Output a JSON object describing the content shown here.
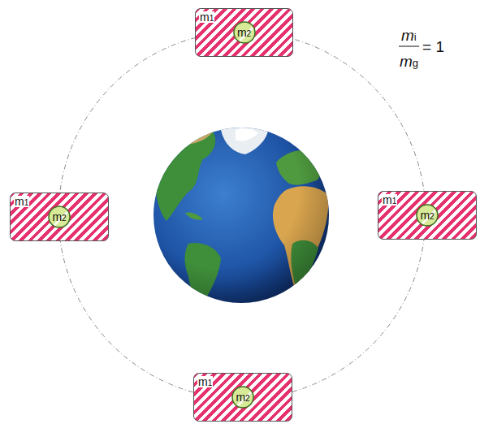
{
  "diagram": {
    "nodes": [
      {
        "text": [
          "m1"
        ]
      },
      {
        "text": [
          "m2"
        ],
        "in": 0
      },
      {
        "text": [
          "m1"
        ]
      },
      {
        "text": [
          "m2"
        ],
        "in": 2
      },
      {
        "text": [
          "m1"
        ]
      },
      {
        "text": [
          "m2"
        ],
        "in": 4
      },
      {
        "text": [
          "m1"
        ]
      },
      {
        "text": [
          "m2"
        ],
        "in": 6
      }
    ],
    "edges": [],
    "labels": [
      "mi",
      "mg",
      "= 1"
    ]
  }
}
